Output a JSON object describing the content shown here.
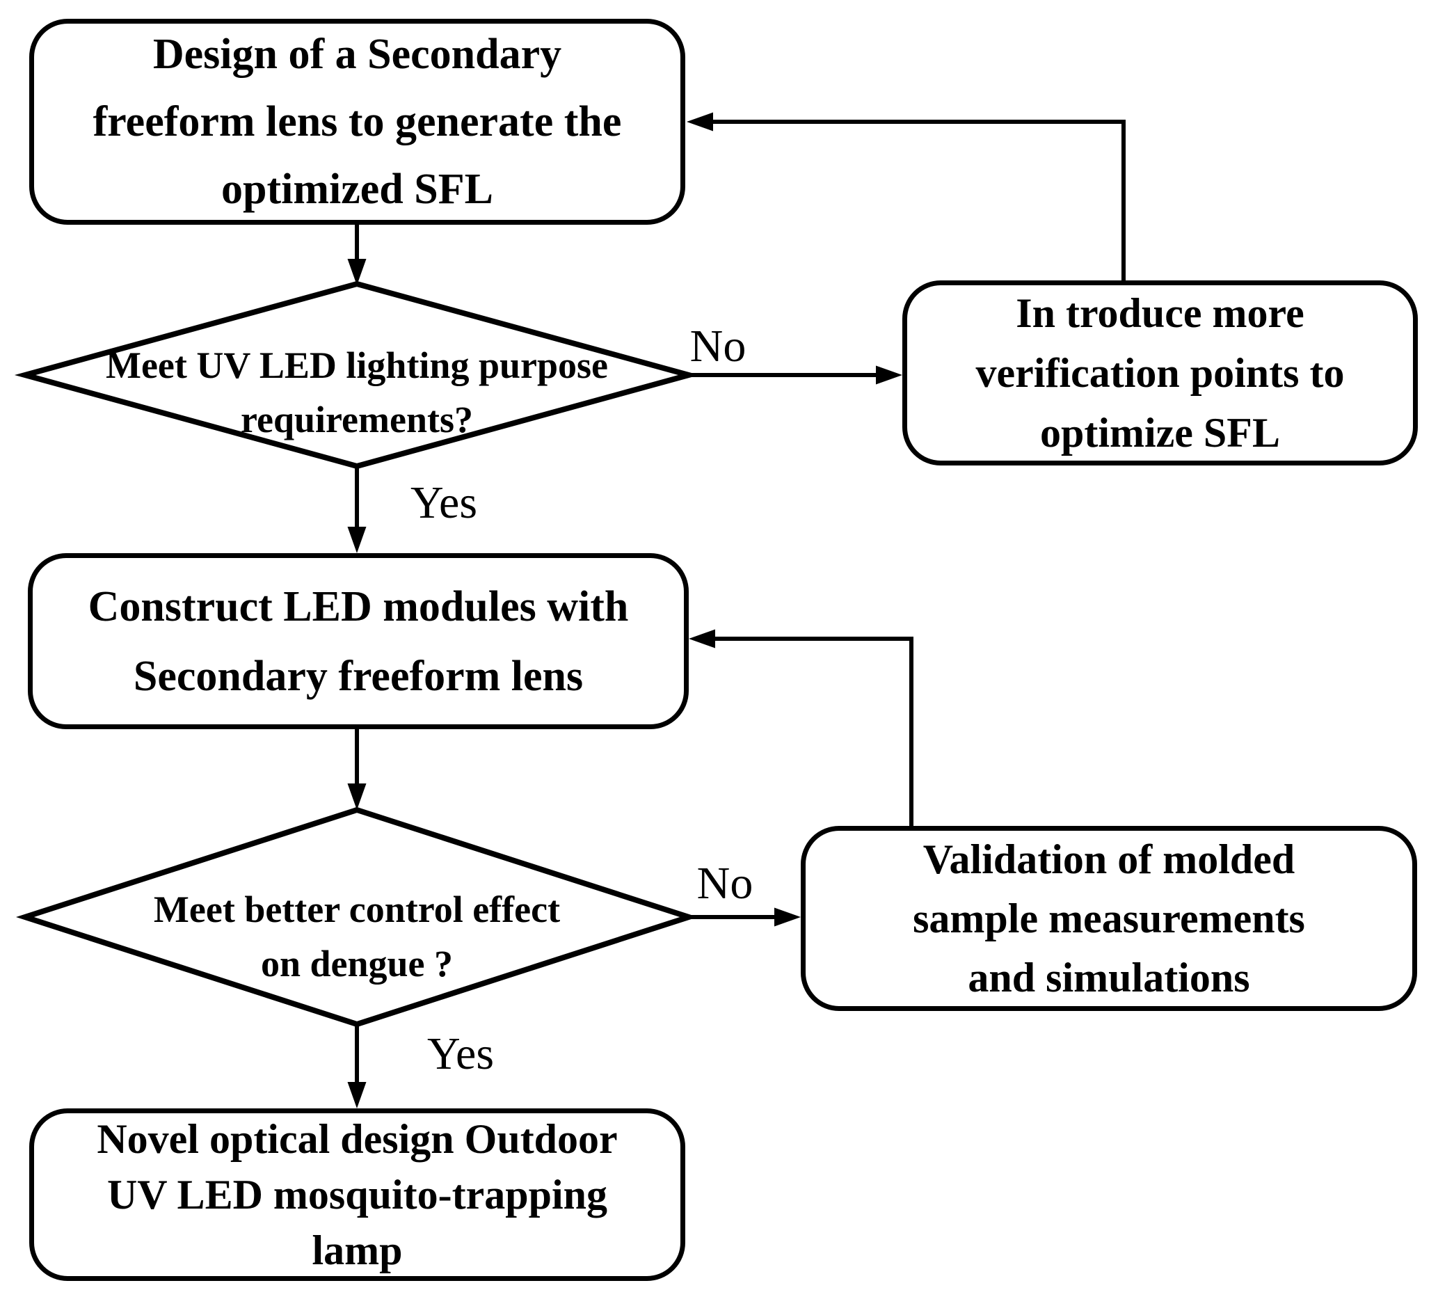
{
  "diagram": {
    "type": "flowchart",
    "background": "#ffffff",
    "stroke_color": "#000000"
  },
  "nodes": {
    "design": {
      "type": "process",
      "lines": [
        "Design of a Secondary",
        "freeform lens to generate the",
        "optimized SFL"
      ]
    },
    "meet_uv": {
      "type": "decision",
      "lines": [
        "Meet UV LED lighting purpose",
        "requirements?"
      ]
    },
    "introduce": {
      "type": "process",
      "lines": [
        "In troduce more",
        "verification points to",
        "optimize SFL"
      ]
    },
    "construct": {
      "type": "process",
      "lines": [
        "Construct LED modules with",
        "Secondary freeform lens"
      ]
    },
    "meet_dengue": {
      "type": "decision",
      "lines": [
        "Meet better control effect",
        "on dengue ?"
      ]
    },
    "validation": {
      "type": "process",
      "lines": [
        "Validation of molded",
        "sample measurements",
        "and simulations"
      ]
    },
    "lamp": {
      "type": "process",
      "lines": [
        "Novel optical design Outdoor",
        "UV LED mosquito-trapping",
        "lamp"
      ]
    }
  },
  "edge_labels": {
    "no1": "No",
    "yes1": "Yes",
    "no2": "No",
    "yes2": "Yes"
  }
}
